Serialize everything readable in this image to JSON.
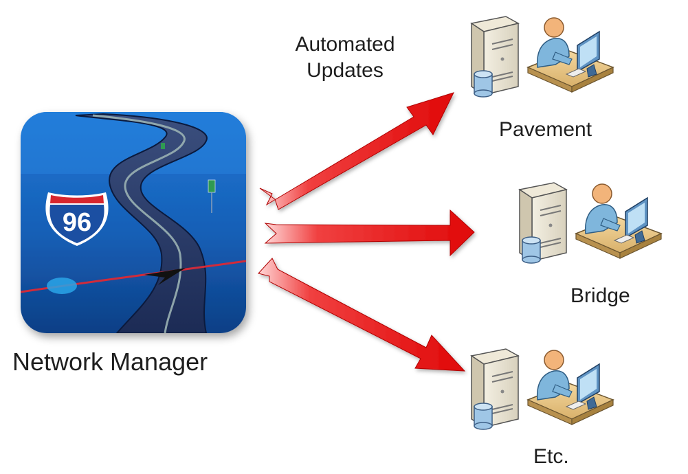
{
  "source": {
    "label": "Network Manager",
    "icon": "highway-road-icon",
    "shield_number": "96"
  },
  "connector_label": "Automated\nUpdates",
  "targets": [
    {
      "label": "Pavement",
      "icons": [
        "server-icon",
        "user-at-desk-icon"
      ]
    },
    {
      "label": "Bridge",
      "icons": [
        "server-icon",
        "user-at-desk-icon"
      ]
    },
    {
      "label": "Etc.",
      "icons": [
        "server-icon",
        "user-at-desk-icon"
      ]
    }
  ],
  "colors": {
    "arrow": "#e01010",
    "icon_blue": "#1d63b8",
    "road_dark": "#243a6a",
    "shield_red": "#d8262e",
    "shield_blue": "#1b4fa2"
  }
}
